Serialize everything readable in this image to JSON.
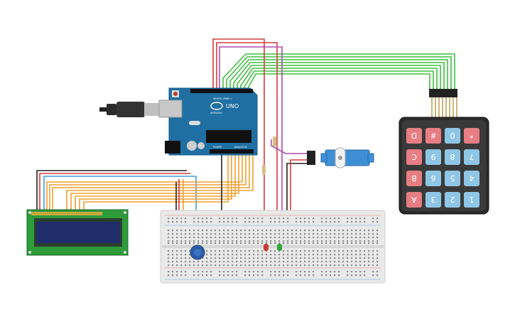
{
  "arduino": {
    "logo": "UNO",
    "power_header": "POWER",
    "analog_header": "ANALOG IN",
    "digital_header": "DIGITAL (PWM~)",
    "brand": "ARDUINO"
  },
  "keypad": {
    "rows": [
      [
        {
          "label": "D",
          "type": "letter"
        },
        {
          "label": "#",
          "type": "letter"
        },
        {
          "label": "0",
          "type": "num"
        },
        {
          "label": "*",
          "type": "letter"
        }
      ],
      [
        {
          "label": "C",
          "type": "letter"
        },
        {
          "label": "9",
          "type": "num"
        },
        {
          "label": "8",
          "type": "num"
        },
        {
          "label": "7",
          "type": "num"
        }
      ],
      [
        {
          "label": "B",
          "type": "letter"
        },
        {
          "label": "6",
          "type": "num"
        },
        {
          "label": "5",
          "type": "num"
        },
        {
          "label": "4",
          "type": "num"
        }
      ],
      [
        {
          "label": "A",
          "type": "letter"
        },
        {
          "label": "3",
          "type": "num"
        },
        {
          "label": "2",
          "type": "num"
        },
        {
          "label": "1",
          "type": "num"
        }
      ]
    ]
  },
  "colors": {
    "board": "#1f6fa3",
    "breadboard": "#e9e9e9",
    "lcd_pcb": "#2d9b3a",
    "lcd_screen": "#1f2d6b",
    "wire_green": "#3fbf3f",
    "wire_red": "#d63b3b",
    "wire_orange": "#f0a030",
    "wire_purple": "#b04bb0",
    "wire_black": "#222222",
    "wire_blue": "#3aa0d8",
    "key_letter": "#e67e83",
    "key_num": "#8fc6e6",
    "keypad_body": "#3a3a3a",
    "servo_body": "#3e8fd6",
    "led_red": "#c93a3a",
    "led_green": "#2ea83a",
    "pot": "#2c5ea8"
  },
  "icons": [
    "usb-cable-icon",
    "reset-button-icon",
    "power-jack-icon",
    "potentiometer-icon",
    "servo-horn-icon"
  ]
}
